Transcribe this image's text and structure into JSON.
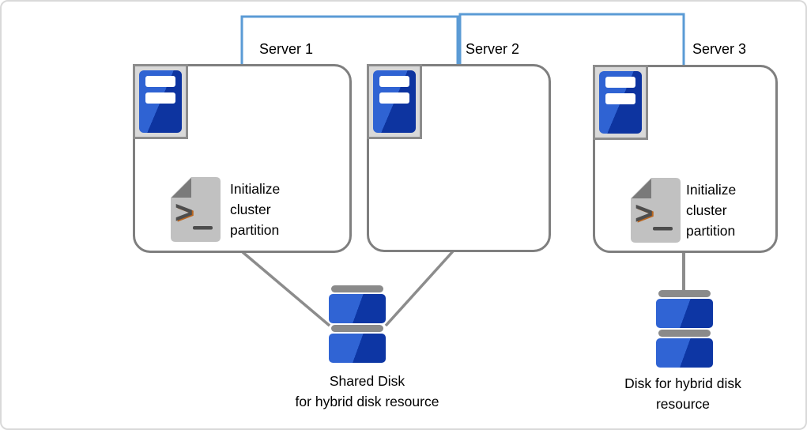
{
  "diagram": {
    "title_hint": "Cluster servers with hybrid disk resources",
    "colors": {
      "network_link_blue": "#5b9bd5",
      "connector_gray": "#8c8c8c",
      "box_border_gray": "#7f7f7f",
      "server_blue_light": "#2f63d3",
      "server_blue_dark": "#0d34a0",
      "icon_frame_gray": "#d9d9d9",
      "document_gray": "#c1c1c1",
      "document_fold_gray": "#7a7a7a",
      "prompt_glyph_gray": "#4d4d4d",
      "prompt_glyph_accent": "#b9651f",
      "disk_bar_gray": "#8a8a8a"
    },
    "servers": [
      {
        "label": "Server 1",
        "script_text": "Initialize cluster partition"
      },
      {
        "label": "Server 2"
      },
      {
        "label": "Server 3",
        "script_text": "Initialize cluster partition"
      }
    ],
    "prompt_glyph": ">",
    "disks": [
      {
        "label": "Shared Disk\nfor hybrid disk resource"
      },
      {
        "label": "Disk for hybrid disk\nresource"
      }
    ]
  }
}
